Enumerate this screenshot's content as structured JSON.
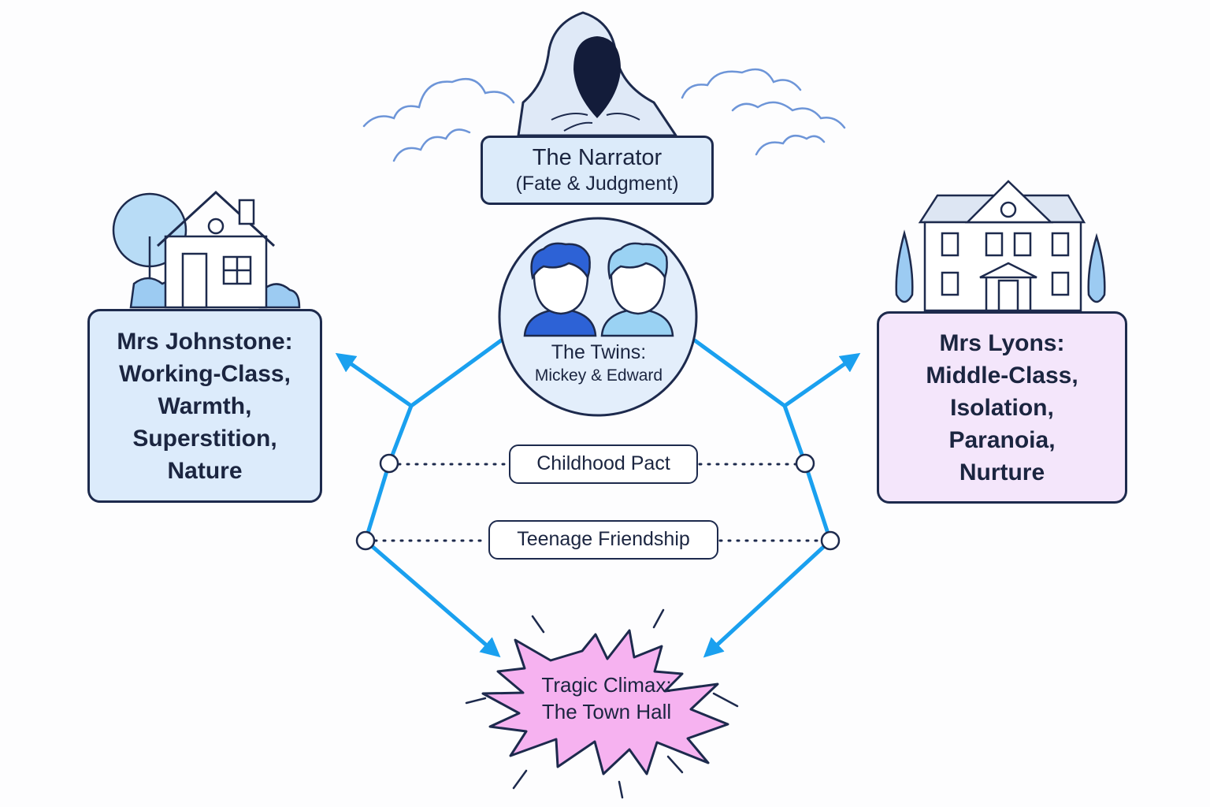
{
  "narrator": {
    "line1": "The Narrator",
    "line2": "(Fate & Judgment)",
    "icon": "hooded-figure-icon"
  },
  "twins": {
    "line1": "The Twins:",
    "line2": "Mickey & Edward",
    "icon": "two-boys-icon"
  },
  "johnstone": {
    "lines": [
      "Mrs Johnstone:",
      "Working-Class,",
      "Warmth,",
      "Superstition,",
      "Nature"
    ],
    "icon": "small-house-icon"
  },
  "lyons": {
    "lines": [
      "Mrs Lyons:",
      "Middle-Class,",
      "Isolation,",
      "Paranoia,",
      "Nurture"
    ],
    "icon": "mansion-icon"
  },
  "links": {
    "pact": "Childhood Pact",
    "teen": "Teenage Friendship"
  },
  "climax": {
    "line1": "Tragic Climax:",
    "line2": "The Town Hall",
    "icon": "starburst-icon"
  },
  "colors": {
    "arrow": "#1aa0ef",
    "outline": "#1d2a4d",
    "left_fill": "#dcebfb",
    "right_fill": "#f4e6fb",
    "climax_fill": "#f6b2f0",
    "twin_dark": "#2d62d6",
    "twin_light": "#9ad2f3"
  }
}
